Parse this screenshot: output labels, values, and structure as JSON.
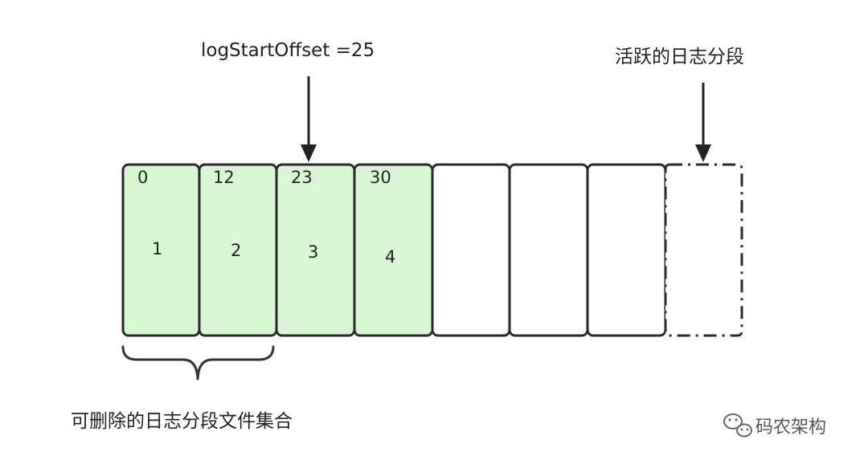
{
  "pointer_label": "logStartOffset =25",
  "active_label": "活跃的日志分段",
  "deletable_label": "可删除的日志分段文件集合",
  "watermark": "码农架构",
  "colors": {
    "segment_fill_green": "#d7f8d3",
    "segment_fill_empty": "#ffffff",
    "stroke": "#2a2a2a"
  },
  "segments": [
    {
      "base_offset": "0",
      "index": "1",
      "style": "green"
    },
    {
      "base_offset": "12",
      "index": "2",
      "style": "green"
    },
    {
      "base_offset": "23",
      "index": "3",
      "style": "green"
    },
    {
      "base_offset": "30",
      "index": "4",
      "style": "green"
    },
    {
      "base_offset": "",
      "index": "",
      "style": "empty"
    },
    {
      "base_offset": "",
      "index": "",
      "style": "empty"
    },
    {
      "base_offset": "",
      "index": "",
      "style": "empty"
    },
    {
      "base_offset": "",
      "index": "",
      "style": "active-dashed"
    }
  ]
}
